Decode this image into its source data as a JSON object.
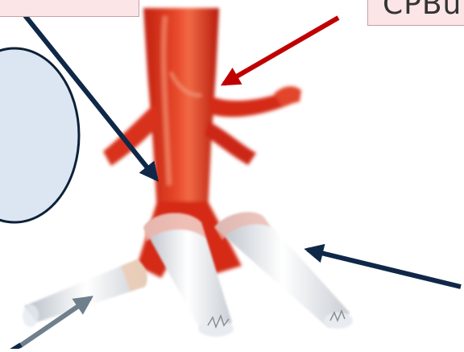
{
  "labels": {
    "top_right_partial": "CPBu"
  },
  "colors": {
    "label_box_fill": "#fbe5e7",
    "label_box_border": "#c9a0a6",
    "oval_fill": "#dce6f2",
    "oval_stroke": "#0d2137",
    "artery_red": "#dd2e18",
    "arrow_red": "#c00000",
    "arrow_navy": "#0f2848",
    "arrow_slate": "#6f7f8c"
  },
  "icons": {
    "main_subject": "artery-branch-illustration",
    "cigarettes": "cigarette-illustration"
  }
}
